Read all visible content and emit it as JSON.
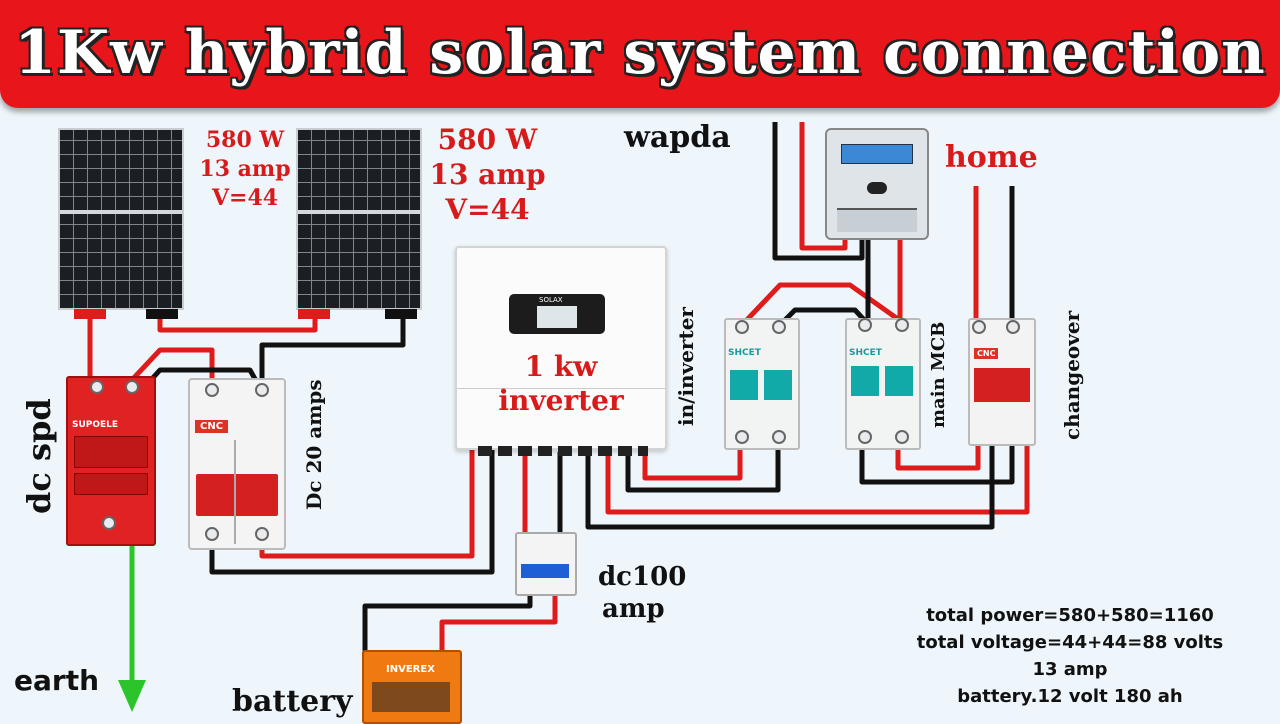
{
  "title": "1Kw hybrid solar system connection",
  "panels": [
    {
      "power": "580 W",
      "current": "13 amp",
      "voltage": "V=44"
    },
    {
      "power": "580 W",
      "current": "13 amp",
      "voltage": "V=44"
    }
  ],
  "labels": {
    "wapda": "wapda",
    "home": "home",
    "inverter_line1": "1 kw",
    "inverter_line2": "inverter",
    "inverter_brand": "SOLAX",
    "in_inverter": "in/inverter",
    "main_mcb": "main MCB",
    "changeover": "changeover",
    "dc_spd": "dc spd",
    "dc_20_amps": "Dc 20 amps",
    "dc100_line1": "dc100",
    "dc100_line2": "amp",
    "earth": "earth",
    "battery": "battery",
    "battery_brand": "INVEREX",
    "spd_brand": "SUPOELE",
    "breaker_brand_cnc": "CNC",
    "mcb_brand": "SHCET"
  },
  "summary": [
    "total power=580+580=1160",
    "total voltage=44+44=88 volts",
    "13 amp",
    "battery.12 volt 180 ah"
  ],
  "colors": {
    "banner": "#e8151a",
    "wire_positive": "#e01b1b",
    "wire_negative": "#111111",
    "earth": "#2bc42b"
  }
}
